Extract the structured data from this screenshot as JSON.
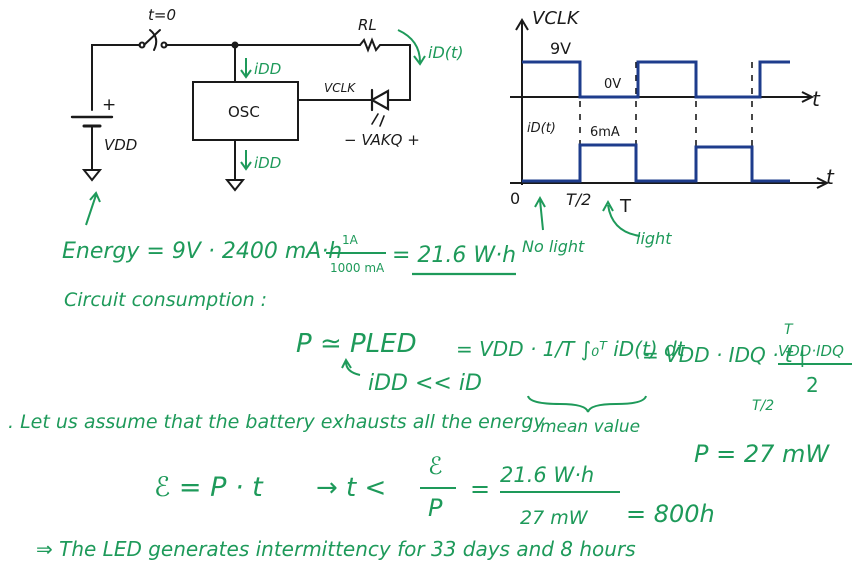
{
  "colors": {
    "black_ink": "#1a1a1a",
    "green_ink": "#1e9a5a",
    "blue_ink": "#1e3c8c"
  },
  "circuit": {
    "switch_label": "t=0",
    "resistor_label": "RL",
    "supply_plus": "+",
    "supply_label": "VDD",
    "osc_label": "OSC",
    "idd_top": "iDD",
    "idd_bottom": "iDD",
    "vclk_label": "VCLK",
    "led_voltage": "− VAKQ +",
    "led_current": "iD(t)"
  },
  "waveforms": {
    "vclk_axis": "VCLK",
    "high_value": "9V",
    "low_value": "0V",
    "t_axis_top": "t",
    "id_axis": "iD(t)",
    "current_value": "6mA",
    "t_axis_bottom": "t",
    "origin": "0",
    "half_period": "T/2",
    "period": "T",
    "no_light": "No light",
    "light": "light"
  },
  "equations": {
    "energy_lhs": "Energy = 9V · 2400 mA·h",
    "unit_num": "1A",
    "unit_den": "1000 mA",
    "energy_result": "= 21.6 W·h",
    "consumption_heading": "Circuit consumption :",
    "power_approx": "P ≃ PLED",
    "power_integral": "= VDD · 1/T ∫₀ᵀ iD(t) dt",
    "power_step": "= VDD · IDQ · t |",
    "power_limit_top": "T",
    "power_limit_bottom": "T/2",
    "power_fraction_num": "VDD·IDQ",
    "power_fraction_den": "2",
    "current_note": "iDD << iD",
    "mean_value": "mean value",
    "assumption": ". Let us assume that the battery exhausts all the energy",
    "power_result": "P = 27 mW",
    "energy_time": "ℰ = P · t",
    "time_lhs": "→  t <",
    "time_frac_num": "ℰ",
    "time_frac_den": "P",
    "time_value_num": "21.6 W·h",
    "time_value_den": "27 mW",
    "time_equals": "=",
    "time_result": "= 800h",
    "conclusion": "⇒ The LED generates intermittency for 33 days and 8 hours"
  }
}
